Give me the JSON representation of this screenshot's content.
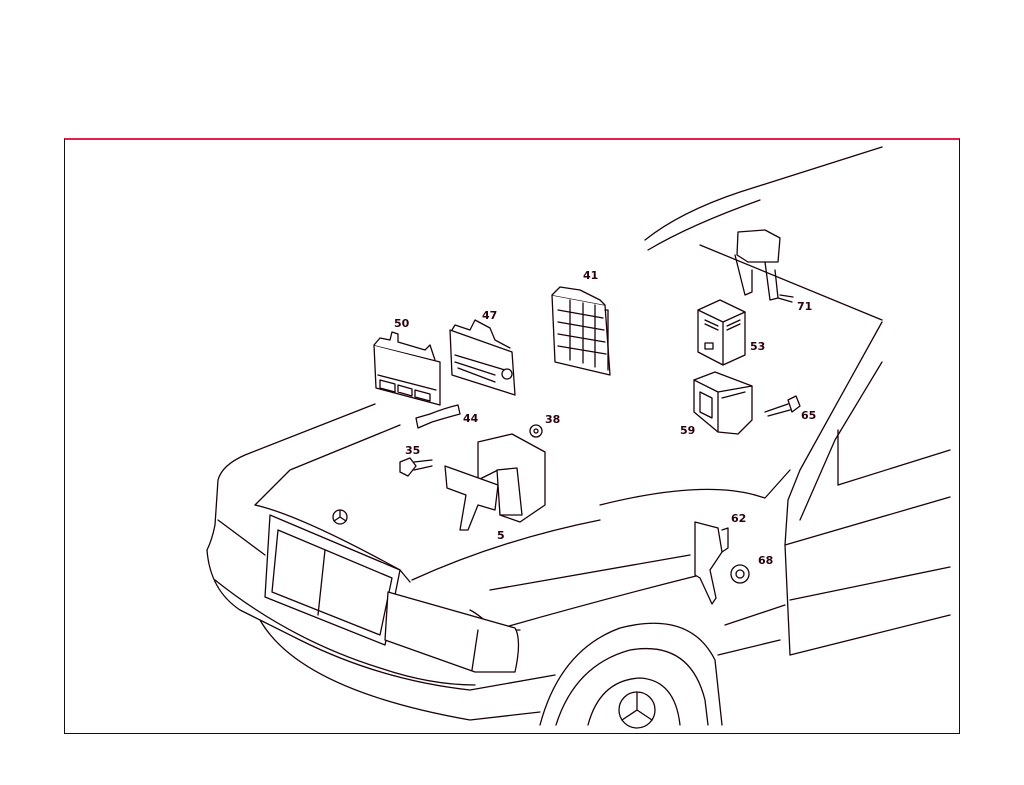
{
  "diagram": {
    "line_color": "#1a0008",
    "frame_top_color": "#e0204a",
    "callouts": [
      {
        "id": "5",
        "label": "5"
      },
      {
        "id": "35",
        "label": "35"
      },
      {
        "id": "38",
        "label": "38"
      },
      {
        "id": "41",
        "label": "41"
      },
      {
        "id": "44",
        "label": "44"
      },
      {
        "id": "47",
        "label": "47"
      },
      {
        "id": "50",
        "label": "50"
      },
      {
        "id": "53",
        "label": "53"
      },
      {
        "id": "59",
        "label": "59"
      },
      {
        "id": "62",
        "label": "62"
      },
      {
        "id": "65",
        "label": "65"
      },
      {
        "id": "68",
        "label": "68"
      },
      {
        "id": "71",
        "label": "71"
      }
    ]
  }
}
